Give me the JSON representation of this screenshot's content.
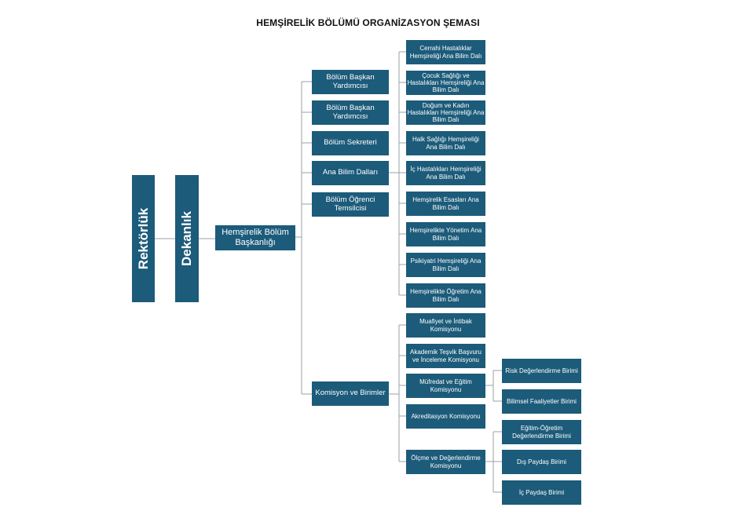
{
  "title": "HEMŞİRELİK BÖLÜMÜ ORGANİZASYON ŞEMASI",
  "rektorluk": "Rektörlük",
  "dekanlik": "Dekanlık",
  "head": "Hemşirelik Bölüm Başkanlığı",
  "units": [
    "Bölüm Başkan Yardımcısı",
    "Bölüm Başkan Yardımcısı",
    "Bölüm Sekreteri",
    "Ana Bilim Dalları",
    "Bölüm Öğrenci Temsilcisi"
  ],
  "commissions_head": "Komisyon ve Birimler",
  "departments": [
    "Cerrahi Hastalıklar Hemşireliği Ana Bilim Dalı",
    "Çocuk Sağlığı ve Hastalıkları Hemşireliği Ana Bilim Dalı",
    "Doğum ve Kadın Hastalıkları Hemşireliği Ana Bilim Dalı",
    "Halk Sağlığı Hemşireliği Ana Bilim Dalı",
    "İç Hastalıkları Hemşireliği Ana Bilim Dalı",
    "Hemşirelik Esasları Ana Bilim Dalı",
    "Hemşirelikte Yönetim Ana Bilim Dalı",
    "Psikiyatri Hemşireliği Ana Bilim Dalı",
    "Hemşirelikte Öğretim Ana Bilim Dalı"
  ],
  "commissions": [
    "Muafiyet ve İntibak Komisyonu",
    "Akademik Teşvik Başvuru ve İnceleme Komisyonu",
    "Müfredat ve Eğitim Komisyonu",
    "Akreditasyon Komisyonu",
    "Ölçme ve Değerlendirme Komisyonu"
  ],
  "mufredat_units": [
    "Risk Değerlendirme Birimi",
    "Bilimsel Faaliyetler Birimi"
  ],
  "olcme_units": [
    "Eğitim-Öğretim Değerlendirme Birimi",
    "Dış Paydaş Birimi",
    "İç Paydaş Birimi"
  ]
}
